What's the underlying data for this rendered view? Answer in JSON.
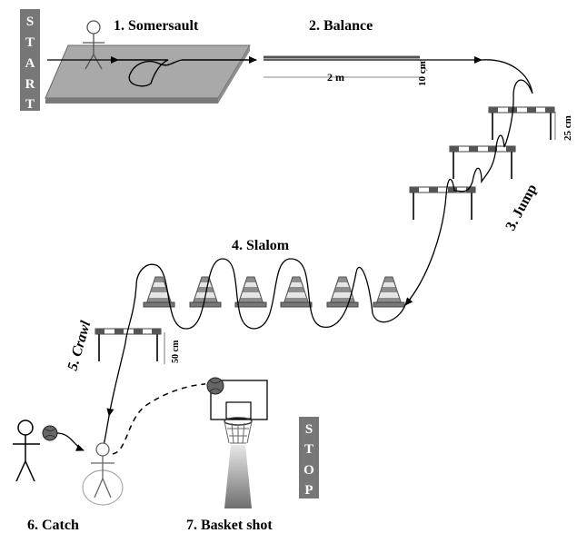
{
  "start_sign": {
    "letters": [
      "S",
      "T",
      "A",
      "R",
      "T"
    ]
  },
  "stop_sign": {
    "letters": [
      "S",
      "T",
      "O",
      "P"
    ]
  },
  "stations": {
    "somersault": "1. Somersault",
    "balance": "2. Balance",
    "jump": "3. Jump",
    "slalom": "4. Slalom",
    "crawl": "5. Crawl",
    "catch": "6. Catch",
    "basket_shot": "7. Basket shot"
  },
  "dimensions": {
    "beam_length": "2 m",
    "beam_width": "10 cm",
    "hurdle_height": "25 cm",
    "crawl_height": "50 cm"
  },
  "colors": {
    "sign_fill": "#777777",
    "mat_fill": "#a9a9a9",
    "cone_fill": "#8c8c8c",
    "ball_fill": "#666666"
  }
}
